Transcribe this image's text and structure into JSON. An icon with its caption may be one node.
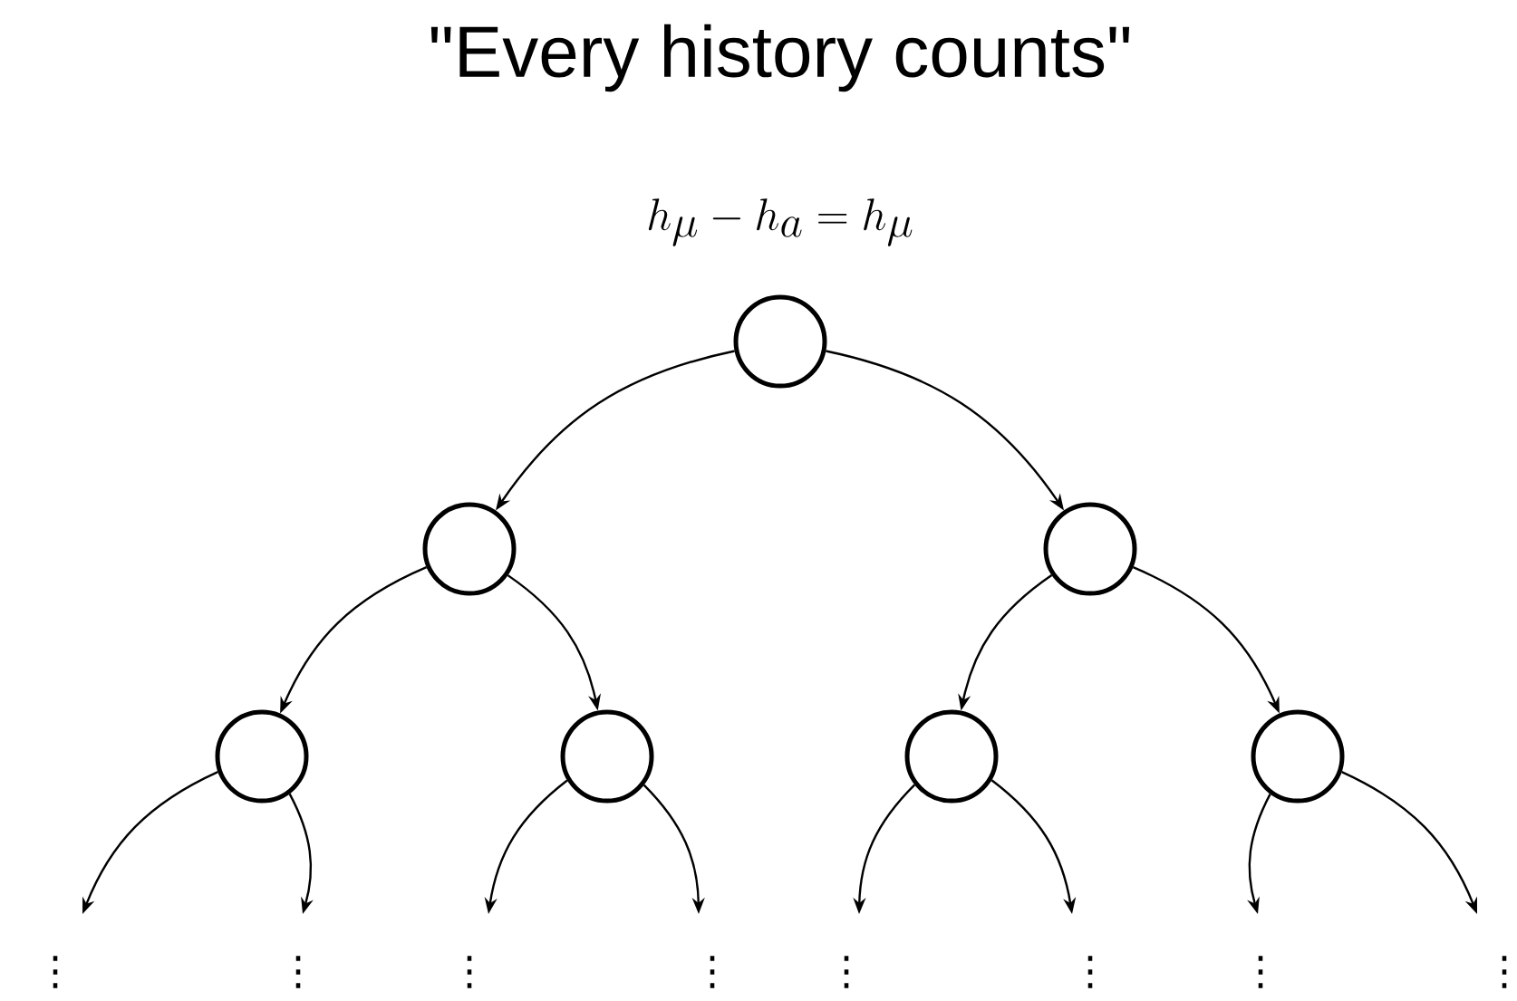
{
  "diagram": {
    "title": "\"Every history counts\"",
    "nodes": [
      {
        "text": [],
        "shape": "circle"
      },
      {
        "text": [],
        "shape": "circle"
      },
      {
        "text": [],
        "shape": "circle"
      },
      {
        "text": [],
        "shape": "circle"
      },
      {
        "text": [],
        "shape": "circle"
      },
      {
        "text": [],
        "shape": "circle"
      },
      {
        "text": [],
        "shape": "circle"
      }
    ],
    "edges": [
      {
        "from": 0,
        "to": 1,
        "arrow": "to"
      },
      {
        "from": 0,
        "to": 2,
        "arrow": "to"
      },
      {
        "from": 1,
        "to": 3,
        "arrow": "to"
      },
      {
        "from": 1,
        "to": 4,
        "arrow": "to"
      },
      {
        "from": 2,
        "to": 5,
        "arrow": "to"
      },
      {
        "from": 2,
        "to": 6,
        "arrow": "to"
      },
      {
        "from": 3,
        "to": null,
        "arrow": "to"
      },
      {
        "from": 3,
        "to": null,
        "arrow": "to"
      },
      {
        "from": 4,
        "to": null,
        "arrow": "to"
      },
      {
        "from": 4,
        "to": null,
        "arrow": "to"
      },
      {
        "from": 5,
        "to": null,
        "arrow": "to"
      },
      {
        "from": 5,
        "to": null,
        "arrow": "to"
      },
      {
        "from": 6,
        "to": null,
        "arrow": "to"
      },
      {
        "from": 6,
        "to": null,
        "arrow": "to"
      }
    ],
    "labels": [
      "h_\\mu - h_a = h_\\mu",
      "⋮",
      "⋮",
      "⋮",
      "⋮",
      "⋮",
      "⋮",
      "⋮",
      "⋮"
    ]
  }
}
